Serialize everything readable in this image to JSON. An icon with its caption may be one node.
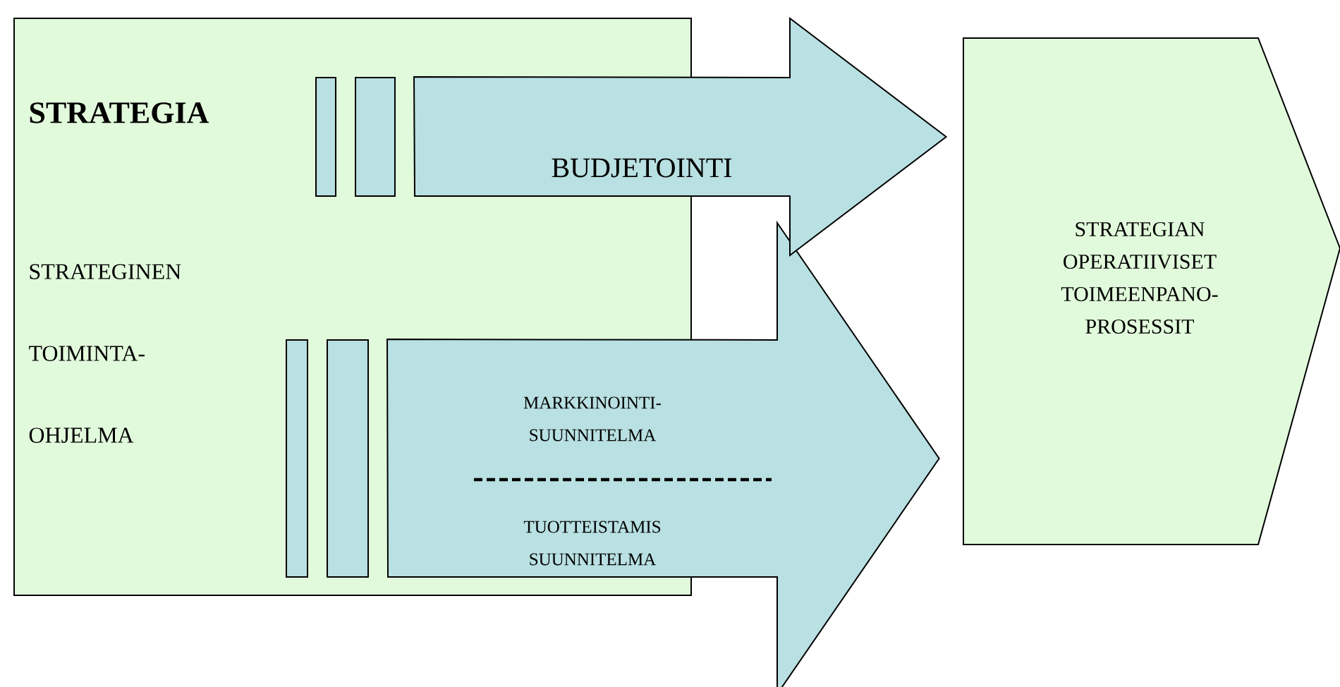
{
  "diagram": {
    "nodes": [
      {
        "text": [
          "**STRATEGIA**",
          "STRATEGINEN TOIMINTA- OHJELMA"
        ]
      },
      {
        "text": [
          "STRATEGIAN OPERATIIVISET TOIMEENPANO- PROSESSIT"
        ]
      }
    ],
    "edges": [
      {
        "from": 0,
        "to": 1,
        "arrow": "to",
        "label": "MARKKINOINTI- SUUNNITELMA"
      },
      {
        "from": 0,
        "to": 1,
        "arrow": "to",
        "label": "BUDJETOINTI"
      }
    ],
    "labels": [
      "TUOTTEISTAMIS SUUNNITELMA"
    ]
  }
}
